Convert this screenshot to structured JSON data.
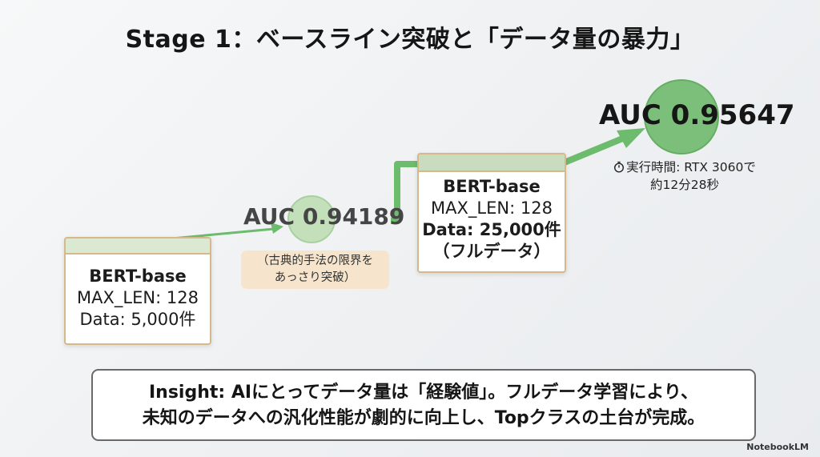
{
  "title": "Stage 1：ベースライン突破と「データ量の暴力」",
  "stage1": {
    "model": "BERT-base",
    "max_len": "MAX_LEN: 128",
    "data": "Data: 5,000件"
  },
  "auc1": {
    "label": "AUC 0.94189",
    "note_line1": "（古典的手法の限界を",
    "note_line2": "あっさり突破）"
  },
  "stage2": {
    "model": "BERT-base",
    "max_len": "MAX_LEN: 128",
    "data": "Data: 25,000件",
    "data_note": "（フルデータ）"
  },
  "auc2": {
    "label": "AUC 0.95647",
    "time_line1": "実行時間: RTX 3060で",
    "time_line2": "約12分28秒",
    "time_icon": "stopwatch-icon"
  },
  "insight": {
    "line1": "Insight:  AIにとってデータ量は「経験値」。フルデータ学習により、",
    "line2": "未知のデータへの汎化性能が劇的に向上し、Topクラスの土台が完成。"
  },
  "brand": "NotebookLM",
  "colors": {
    "arrow": "#6dbb6d",
    "circle": "#b9dcb0",
    "circle_large": "#7cbf7a",
    "card_border": "#d6b98a",
    "badge": "#f6e5cc"
  }
}
